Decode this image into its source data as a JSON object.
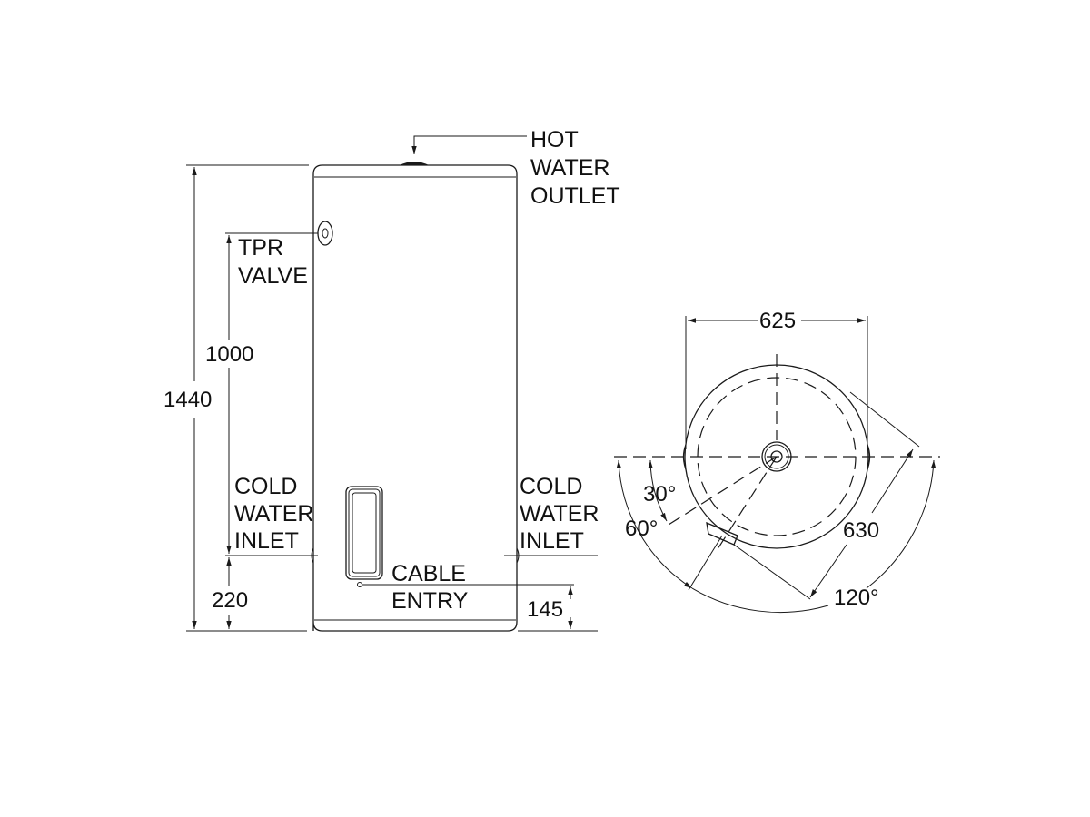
{
  "diagram": {
    "title": "Water heater dimension drawing",
    "front_view": {
      "labels": {
        "hot_water_outlet": [
          "HOT",
          "WATER",
          "OUTLET"
        ],
        "tpr_valve": [
          "TPR",
          "VALVE"
        ],
        "cold_water_inlet_left": [
          "COLD",
          "WATER",
          "INLET"
        ],
        "cold_water_inlet_right": [
          "COLD",
          "WATER",
          "INLET"
        ],
        "cable_entry": [
          "CABLE",
          "ENTRY"
        ]
      },
      "dimensions": {
        "overall_height": "1440",
        "tpr_valve_height": "1000",
        "cold_inlet_height": "220",
        "cable_entry_height": "145"
      }
    },
    "top_view": {
      "dimensions": {
        "width": "625",
        "depth": "630"
      },
      "angles": {
        "a30": "30°",
        "a60": "60°",
        "a120": "120°"
      }
    },
    "colors": {
      "line": "#1a1a1a",
      "background": "#ffffff"
    }
  }
}
